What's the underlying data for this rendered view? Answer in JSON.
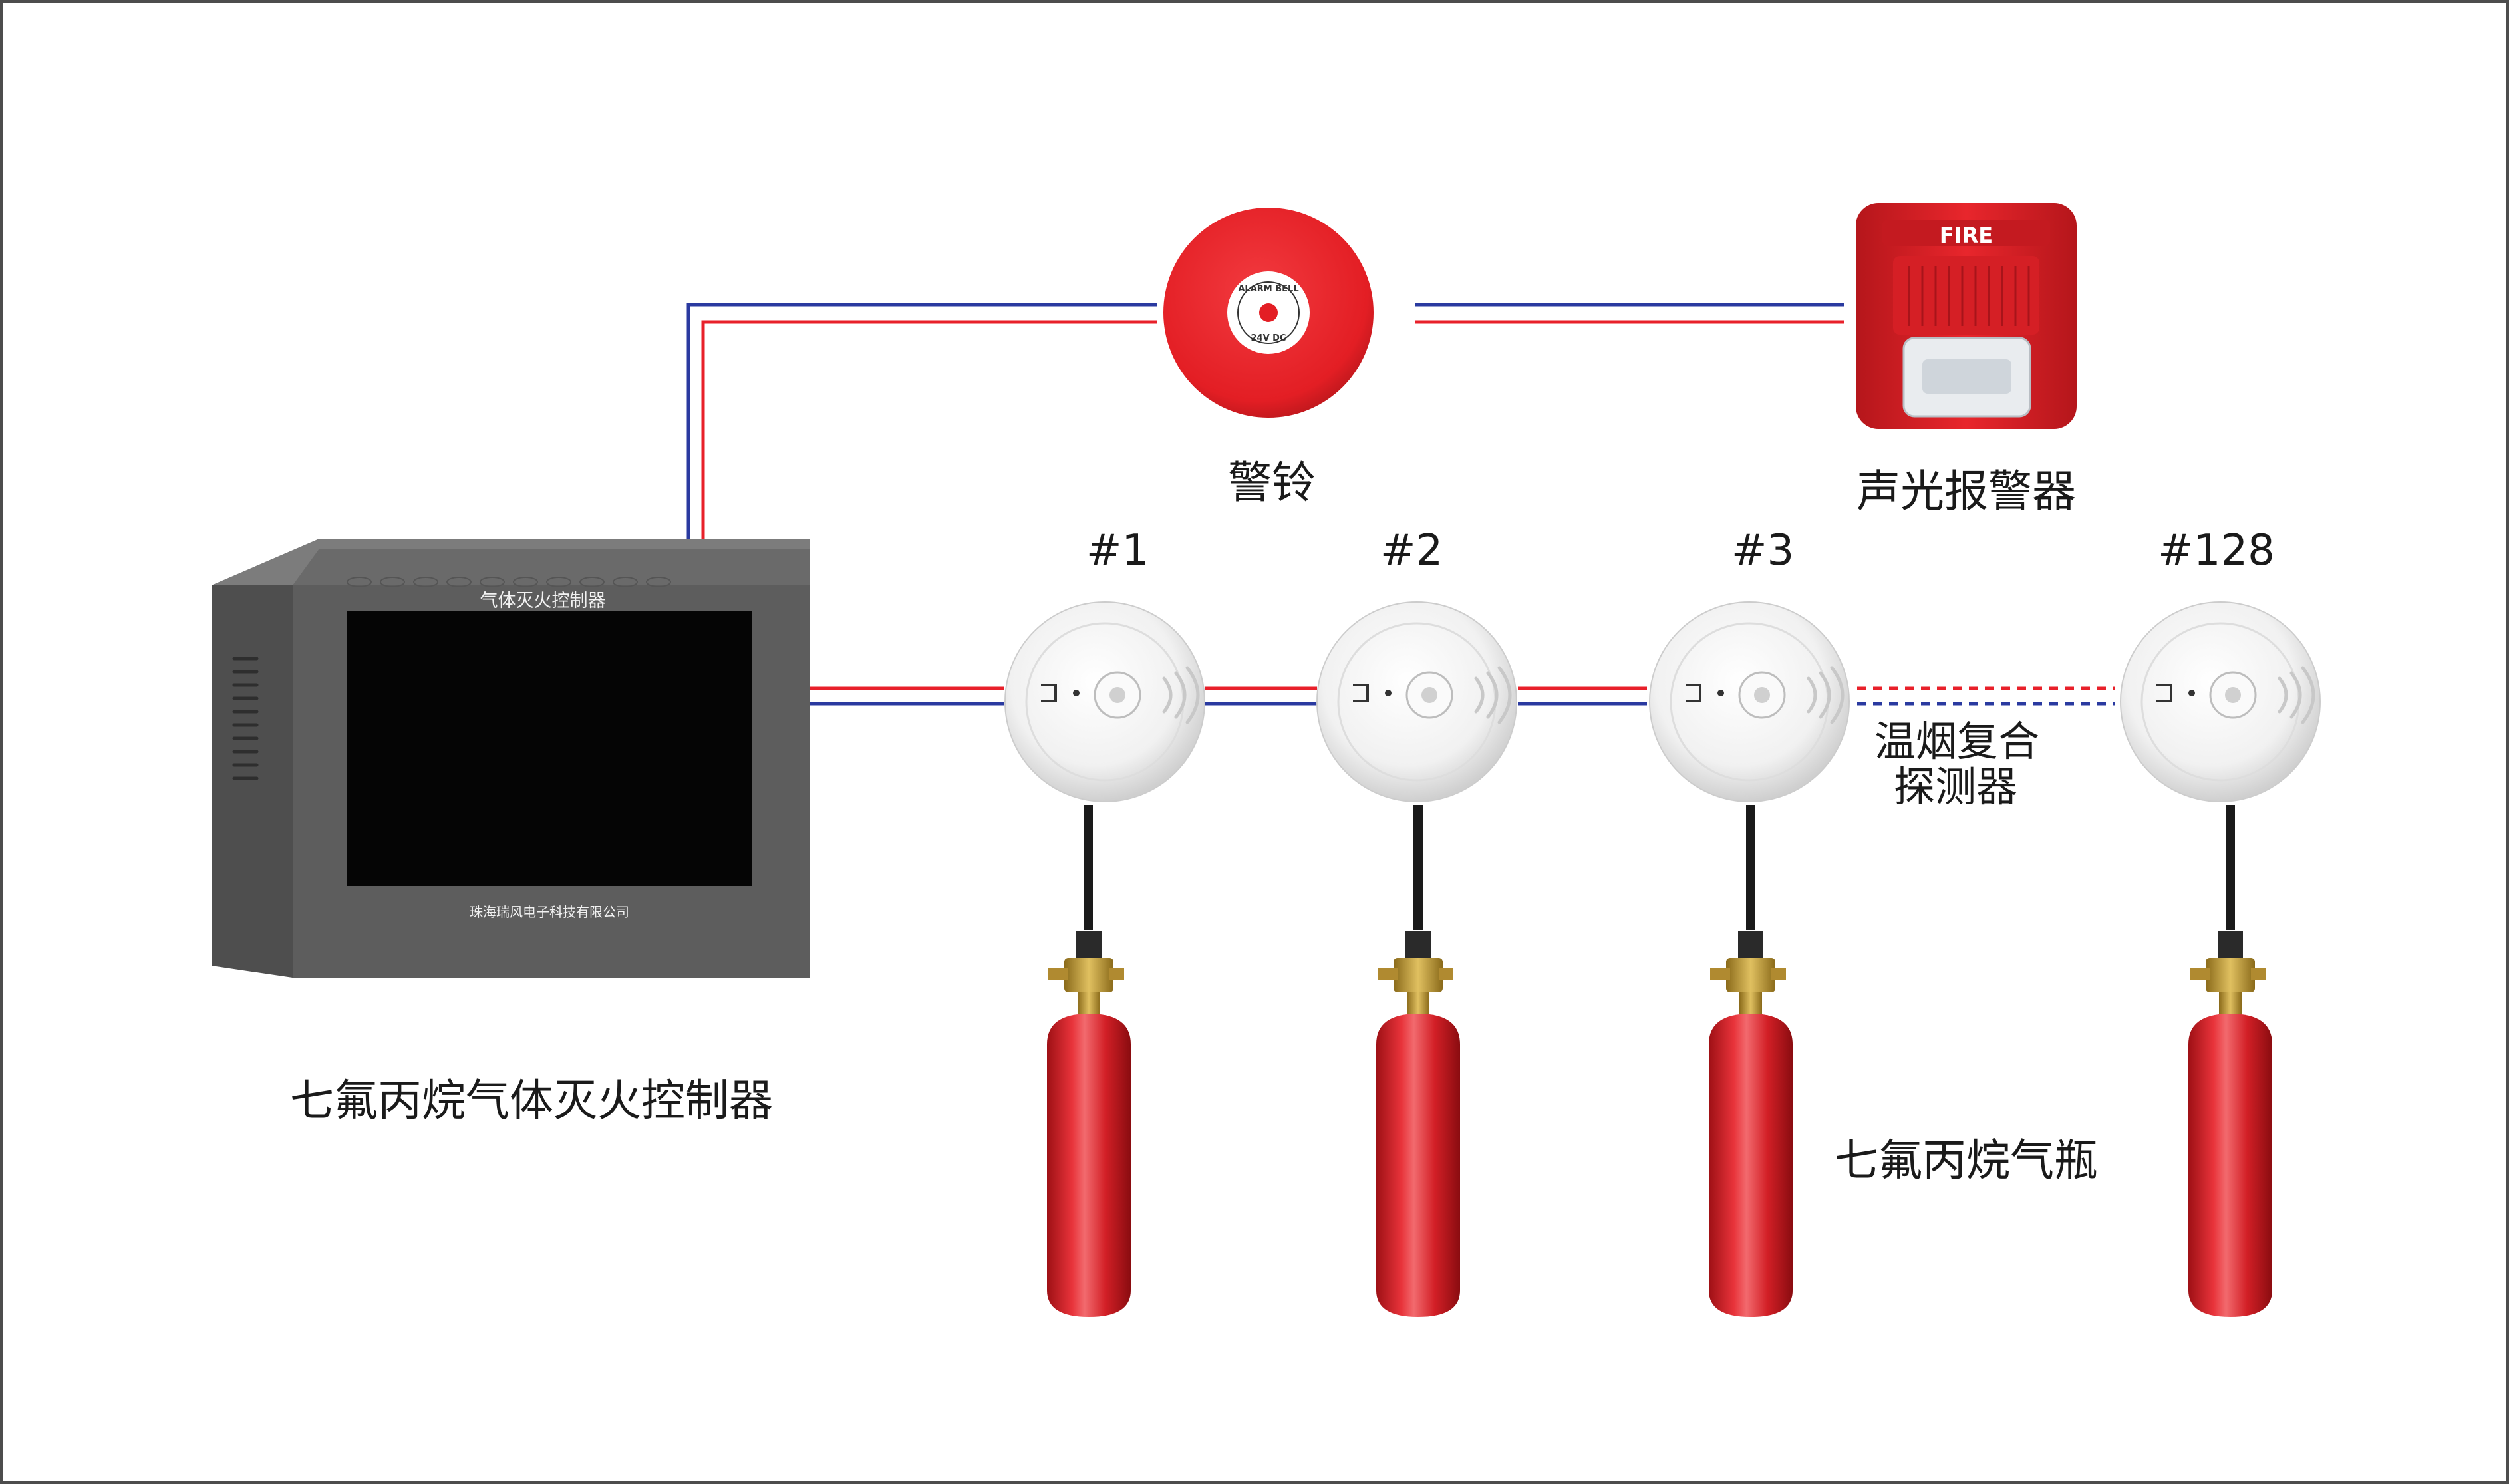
{
  "controller": {
    "caption": "七氟丙烷气体灭火控制器",
    "panel_title": "气体灭火控制器",
    "manufacturer": "珠海瑞风电子科技有限公司"
  },
  "alarm_bell": {
    "caption": "警铃",
    "ring_text_top": "ALARM BELL",
    "ring_text_bottom": "24V DC"
  },
  "strobe": {
    "caption": "声光报警器",
    "plate_text": "FIRE"
  },
  "detectors": {
    "caption_line1": "温烟复合",
    "caption_line2": "探测器",
    "items": [
      {
        "label": "#1"
      },
      {
        "label": "#2"
      },
      {
        "label": "#3"
      },
      {
        "label": "#128"
      }
    ]
  },
  "cylinders": {
    "caption": "七氟丙烷气瓶"
  },
  "colors": {
    "wire_red": "#e8202a",
    "wire_blue": "#2a3aa0",
    "cabinet": "#5a5a5a",
    "screen": "#050505",
    "cylinder": "#d8232a",
    "bell": "#e31e24"
  }
}
